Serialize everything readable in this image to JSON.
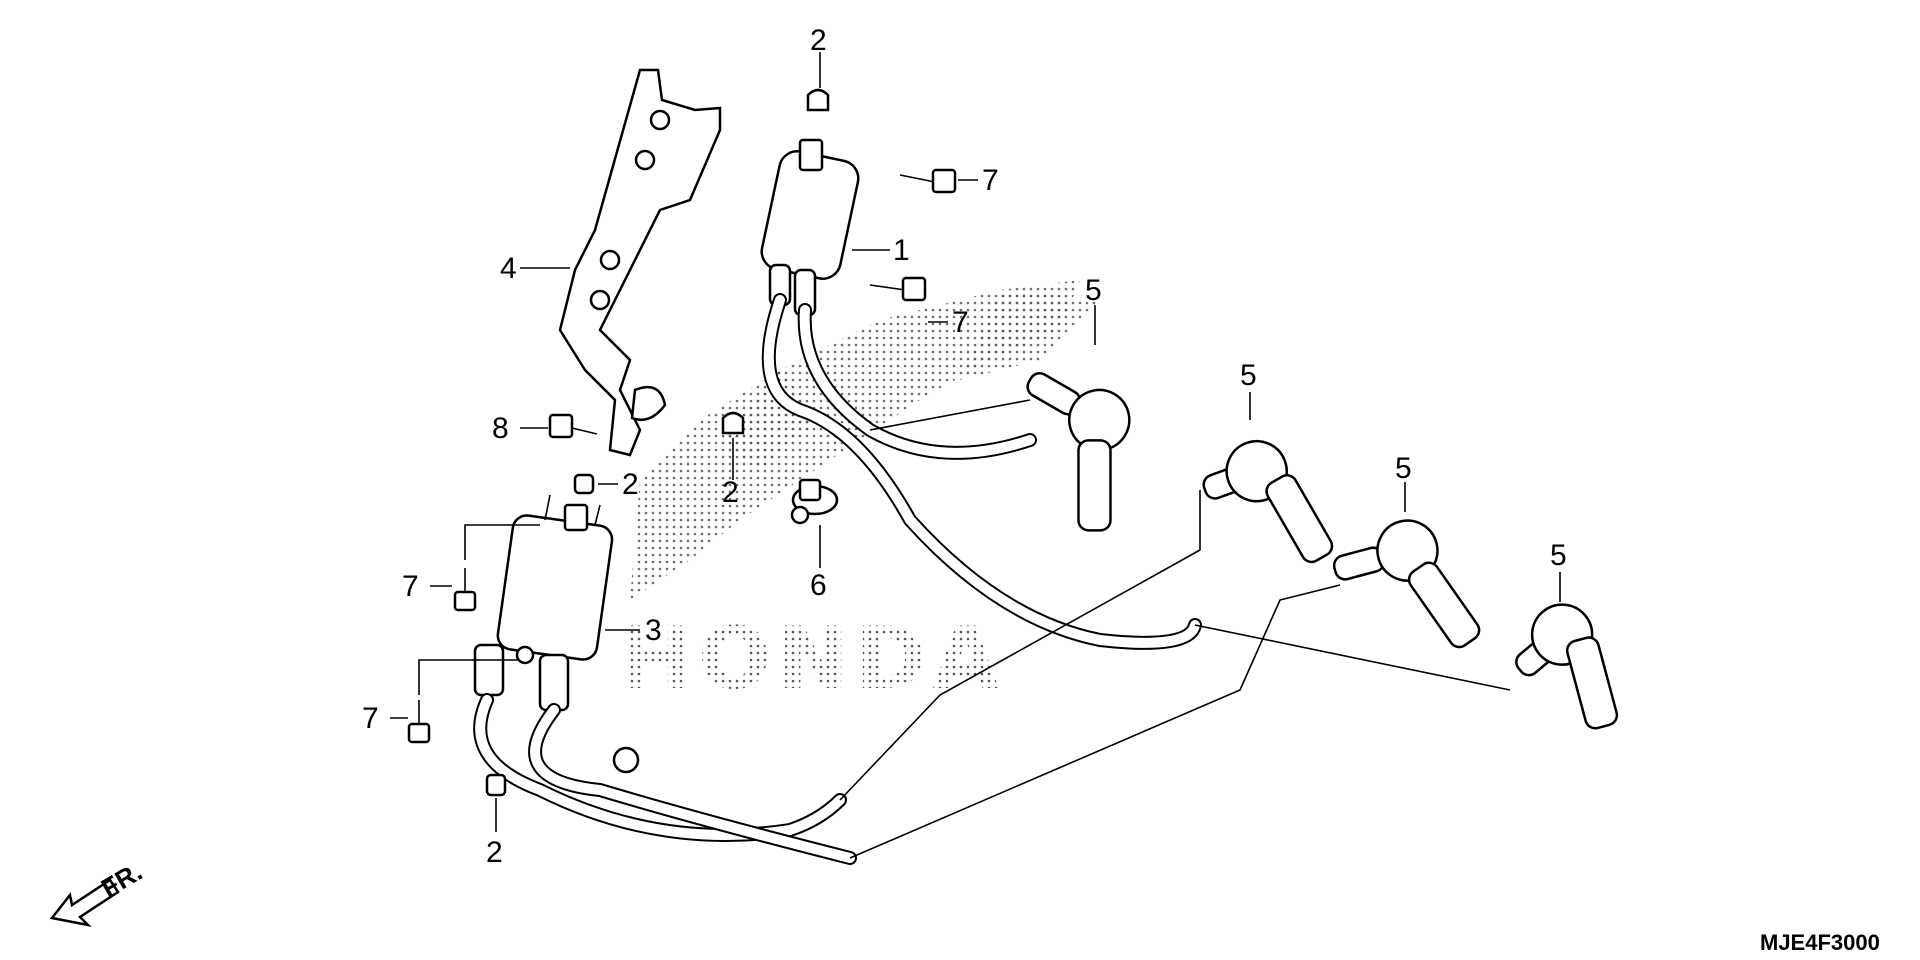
{
  "diagram": {
    "callouts": [
      {
        "id": "c2a",
        "label": "2"
      },
      {
        "id": "c7a",
        "label": "7"
      },
      {
        "id": "c1",
        "label": "1"
      },
      {
        "id": "c4",
        "label": "4"
      },
      {
        "id": "c7b",
        "label": "7"
      },
      {
        "id": "c5a",
        "label": "5"
      },
      {
        "id": "c5b",
        "label": "5"
      },
      {
        "id": "c8",
        "label": "8"
      },
      {
        "id": "c2b",
        "label": "2"
      },
      {
        "id": "c2c",
        "label": "2"
      },
      {
        "id": "c5c",
        "label": "5"
      },
      {
        "id": "c5d",
        "label": "5"
      },
      {
        "id": "c6",
        "label": "6"
      },
      {
        "id": "c7c",
        "label": "7"
      },
      {
        "id": "c3",
        "label": "3"
      },
      {
        "id": "c7d",
        "label": "7"
      },
      {
        "id": "c2d",
        "label": "2"
      }
    ],
    "watermark": "HONDA",
    "direction_label": "FR.",
    "diagram_code": "MJE4F3000"
  }
}
